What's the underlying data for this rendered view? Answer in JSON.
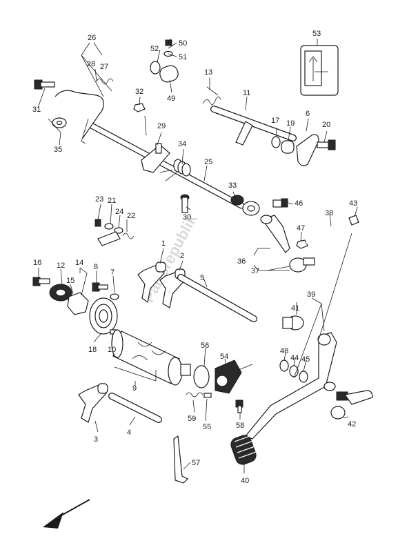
{
  "diagram": {
    "callouts": [
      "1",
      "2",
      "3",
      "4",
      "5",
      "6",
      "7",
      "8",
      "9",
      "10",
      "11",
      "12",
      "13",
      "14",
      "15",
      "16",
      "17",
      "18",
      "19",
      "20",
      "21",
      "22",
      "23",
      "24",
      "25",
      "26",
      "27",
      "28",
      "29",
      "30",
      "31",
      "32",
      "33",
      "34",
      "35",
      "36",
      "37",
      "38",
      "39",
      "40",
      "41",
      "42",
      "43",
      "44",
      "45",
      "46",
      "47",
      "48",
      "49",
      "50",
      "51",
      "52",
      "53",
      "54",
      "55",
      "56",
      "57",
      "58",
      "59"
    ],
    "watermark": "Partsrepublik",
    "icon": "direction-arrow-icon"
  }
}
